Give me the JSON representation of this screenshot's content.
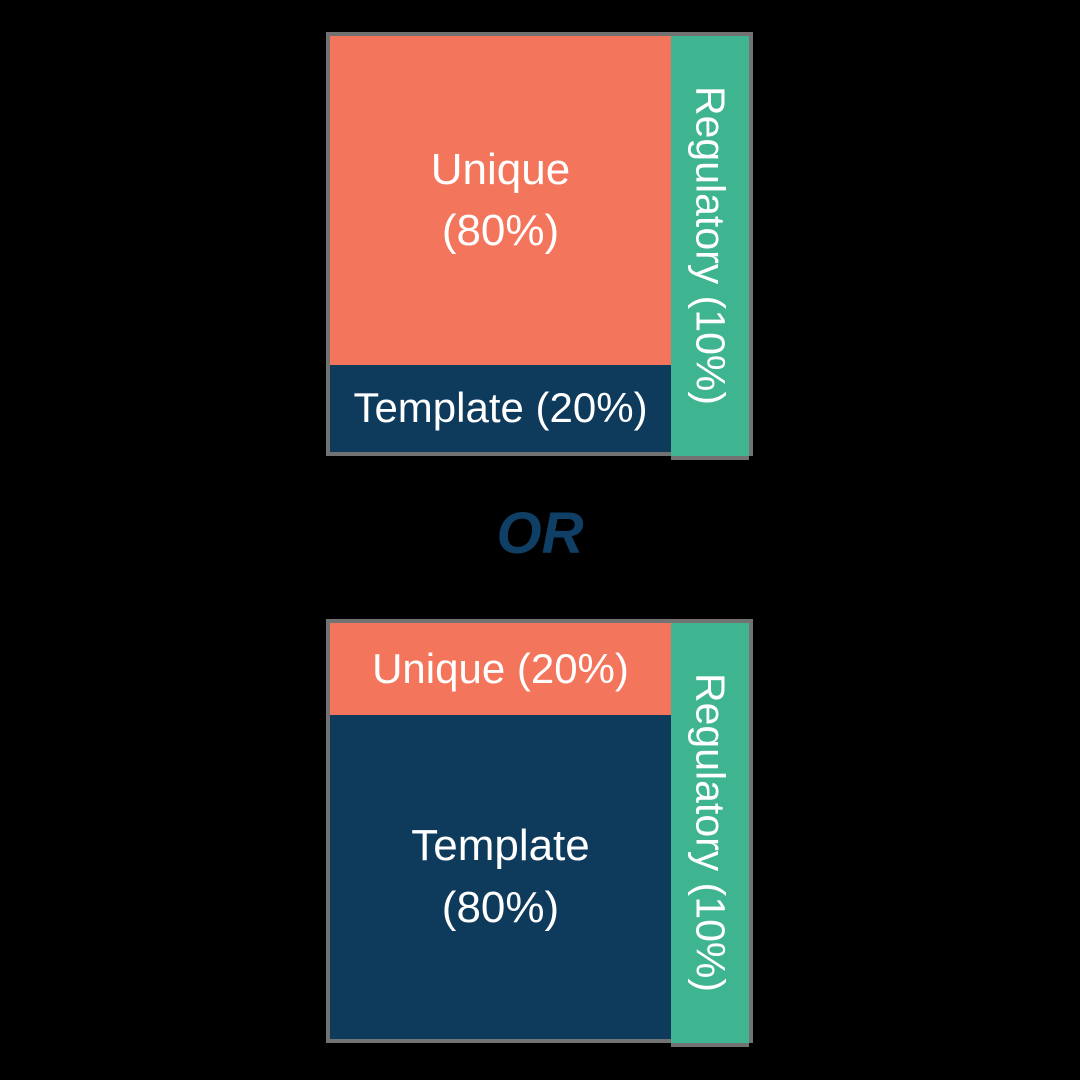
{
  "page": {
    "background": "#000000"
  },
  "colors": {
    "bg": "#000000",
    "border": "#727272",
    "unique": "#F3755C",
    "template": "#0E3A5C",
    "regulatory": "#3FB491",
    "or_text": "#103F66",
    "label_text": "#FFFFFF"
  },
  "or_divider": {
    "label": "OR"
  },
  "diagrams": [
    {
      "id": "option-a",
      "unique": {
        "line1": "Unique",
        "line2": "(80%)",
        "value_pct": 80
      },
      "template": {
        "label": "Template (20%)",
        "value_pct": 20
      },
      "regulatory": {
        "label": "Regulatory (10%)",
        "value_pct": 10
      }
    },
    {
      "id": "option-b",
      "unique": {
        "label": "Unique (20%)",
        "value_pct": 20
      },
      "template": {
        "line1": "Template",
        "line2": "(80%)",
        "value_pct": 80
      },
      "regulatory": {
        "label": "Regulatory (10%)",
        "value_pct": 10
      }
    }
  ]
}
